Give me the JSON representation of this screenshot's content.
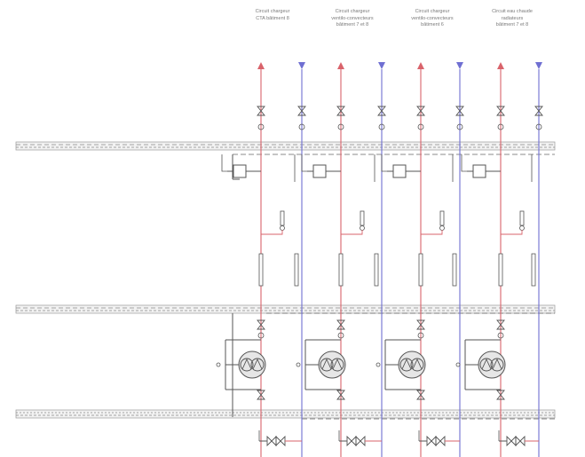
{
  "colors": {
    "supply": "#d9636b",
    "return": "#6f6fd2",
    "line": "#555555",
    "light": "#9a9a9a",
    "background": "#ffffff"
  },
  "circuits": [
    {
      "header": [
        "Circuit chargeur",
        "CTA bâtiment 8"
      ]
    },
    {
      "header": [
        "Circuit chargeur",
        "ventilo-convecteurs",
        "bâtiment 7 et 8"
      ]
    },
    {
      "header": [
        "Circuit chargeur",
        "ventilo-convecteurs",
        "bâtiment 6"
      ]
    },
    {
      "header": [
        "Circuit eau chaude",
        "radiateurs",
        "bâtiment 7 et 8"
      ]
    }
  ],
  "icons": {
    "pump": "pump-icon",
    "valve": "valve-icon",
    "exchanger": "heat-exchanger-icon",
    "sensor": "thermometer-icon",
    "arrow_supply": "arrow-up-icon",
    "arrow_return": "arrow-down-icon"
  }
}
